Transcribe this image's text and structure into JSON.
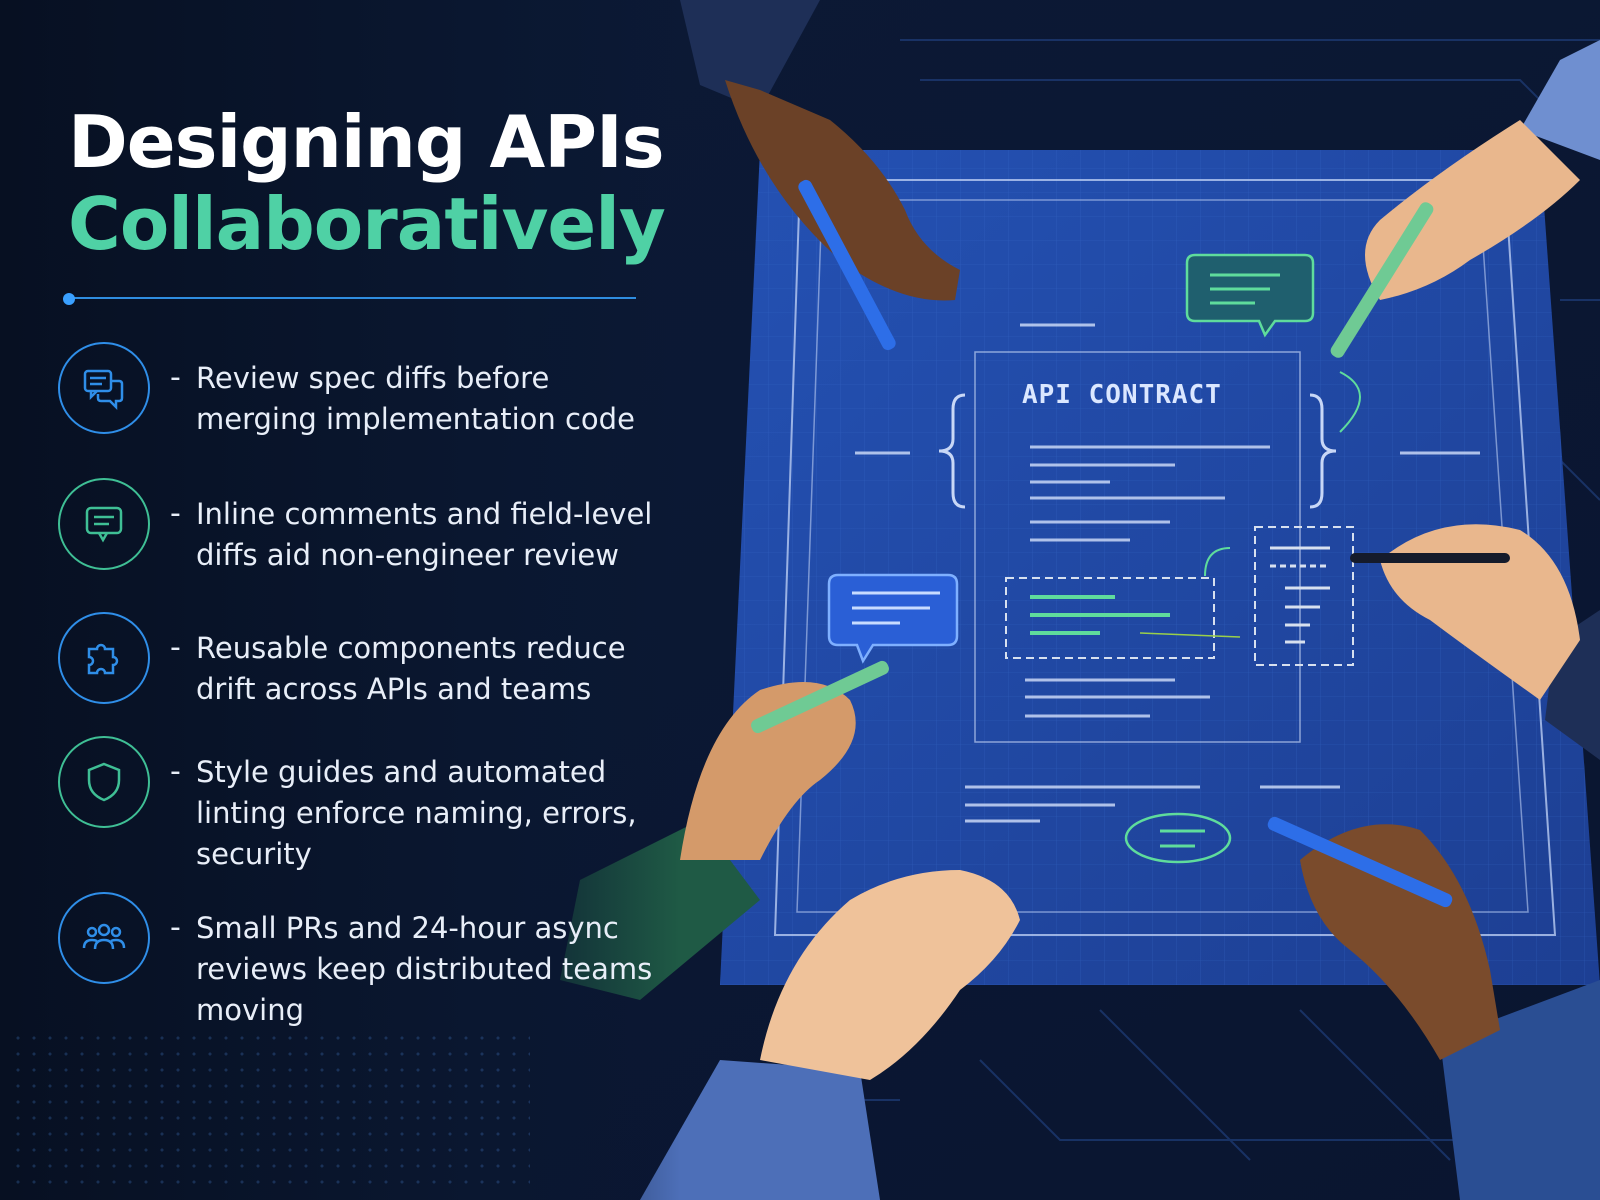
{
  "title": {
    "line1": "Designing APIs",
    "line2": "Collaboratively"
  },
  "accent_colors": {
    "title_green": "#4fd1a5",
    "rule_blue": "#2f8de0",
    "icon_blue": "#2f8ee8",
    "icon_green": "#3fbf95",
    "blueprint": "#1e4fb0"
  },
  "items": [
    {
      "icon": "chat-bubbles-icon",
      "bullet": "-",
      "text": "Review spec diffs before merging implementation code"
    },
    {
      "icon": "comment-icon",
      "bullet": "-",
      "text": "Inline comments and field-level diffs aid non-engineer review"
    },
    {
      "icon": "puzzle-icon",
      "bullet": "-",
      "text": "Reusable components reduce drift across APIs and teams"
    },
    {
      "icon": "shield-icon",
      "bullet": "-",
      "text": "Style guides and automated linting enforce naming, errors, security"
    },
    {
      "icon": "team-icon",
      "bullet": "-",
      "text": "Small PRs and 24-hour async reviews keep distributed teams moving"
    }
  ],
  "illustration": {
    "contract_label": "API CONTRACT"
  }
}
